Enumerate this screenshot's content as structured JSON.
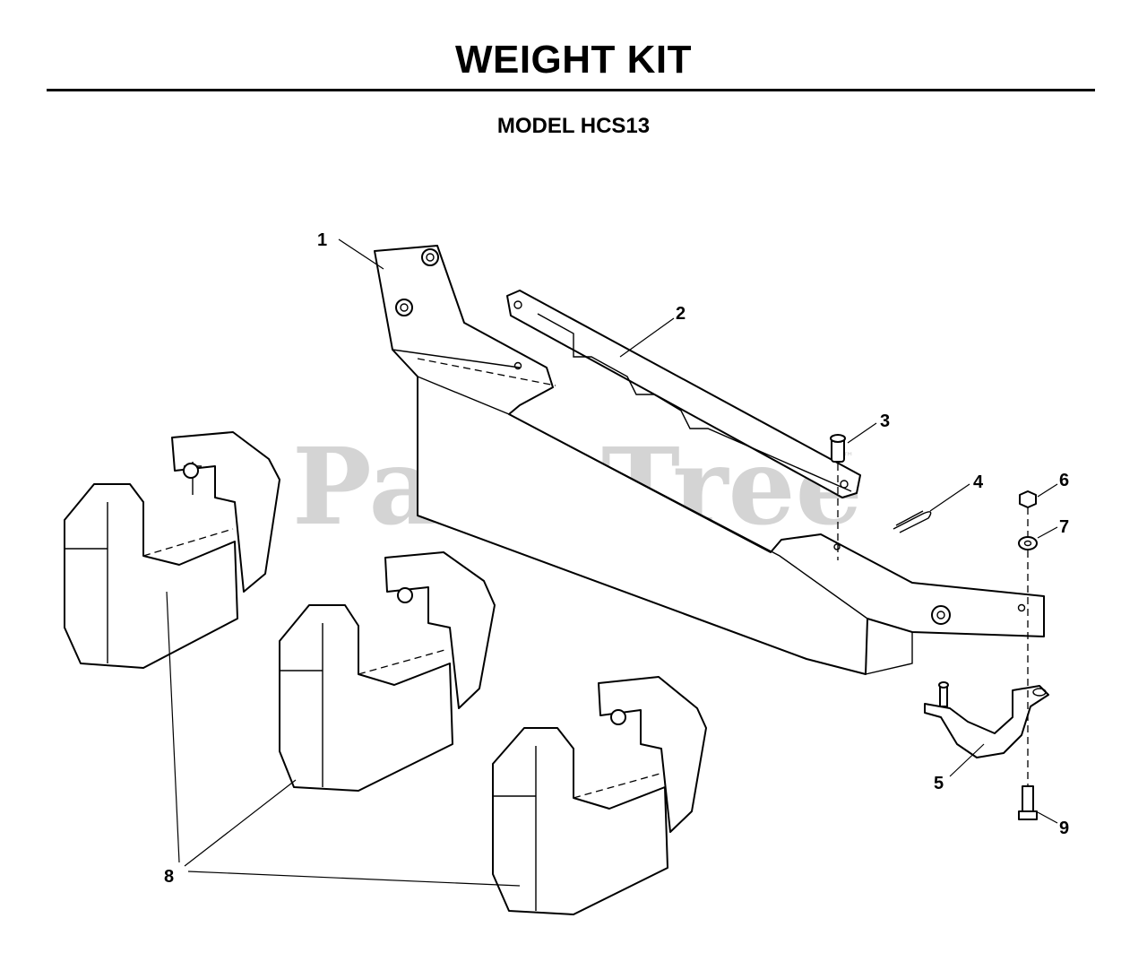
{
  "header": {
    "title": "WEIGHT KIT",
    "subtitle": "MODEL HCS13"
  },
  "watermark": {
    "text": "PartsTree",
    "trademark": "™"
  },
  "callouts": {
    "c1": "1",
    "c2": "2",
    "c3": "3",
    "c4": "4",
    "c5": "5",
    "c6": "6",
    "c7": "7",
    "c8": "8",
    "c9": "9"
  },
  "colors": {
    "line": "#000000",
    "background": "#ffffff",
    "watermark": "#d4d4d4"
  }
}
